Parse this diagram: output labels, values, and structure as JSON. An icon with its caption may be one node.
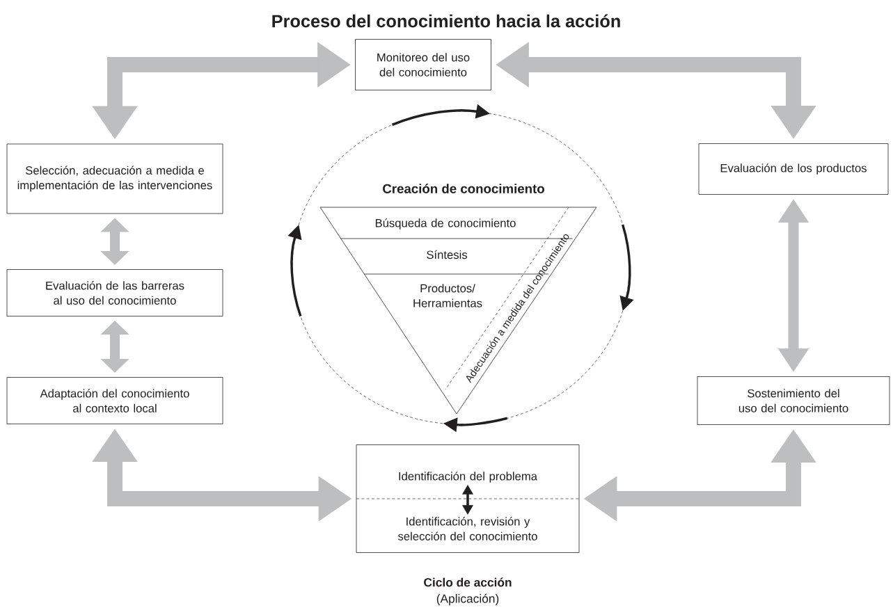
{
  "diagram": {
    "title": "Proceso del conocimiento hacia la acción",
    "nodes": [
      {
        "text": [
          "Monitoreo del uso del conocimiento"
        ]
      },
      {
        "text": [
          "Selección, adecuación a medida e implementación de las intervenciones"
        ]
      },
      {
        "text": [
          "Evaluación de los productos"
        ]
      },
      {
        "text": [
          "Evaluación de las barreras al uso del conocimiento"
        ]
      },
      {
        "text": [
          "Adaptación del conocimiento al contexto local"
        ]
      },
      {
        "text": [
          "Sostenimiento del uso del conocimiento"
        ]
      },
      {
        "text": [],
        "shape": "box"
      },
      {
        "text": [
          "Identificación del problema"
        ],
        "in": 6
      },
      {
        "text": [
          "Identificación, revisión y selección del conocimiento"
        ],
        "in": 6
      },
      {
        "text": [
          "Creación de conocimiento"
        ]
      },
      {
        "text": [
          "Búsqueda de conocimiento"
        ],
        "in": 9
      },
      {
        "text": [
          "Síntesis"
        ],
        "in": 9
      },
      {
        "text": [
          "Productos/ Herramientas"
        ],
        "in": 9
      },
      {
        "text": [
          "Adecuación a medida del conocimiento"
        ],
        "in": 9
      }
    ],
    "edges": [
      {
        "from": 0,
        "to": 1,
        "arrow": "both"
      },
      {
        "from": 0,
        "to": 2,
        "arrow": "both"
      },
      {
        "from": 1,
        "to": 3,
        "arrow": "both"
      },
      {
        "from": 3,
        "to": 4,
        "arrow": "both"
      },
      {
        "from": 4,
        "to": 6,
        "arrow": "both"
      },
      {
        "from": 6,
        "to": 5,
        "arrow": "both"
      },
      {
        "from": 2,
        "to": 5,
        "arrow": "both"
      },
      {
        "from": 7,
        "to": 8,
        "arrow": "both",
        "color": "#231f20"
      }
    ],
    "labels": [
      "Ciclo de acción",
      "(Aplicación)"
    ]
  }
}
